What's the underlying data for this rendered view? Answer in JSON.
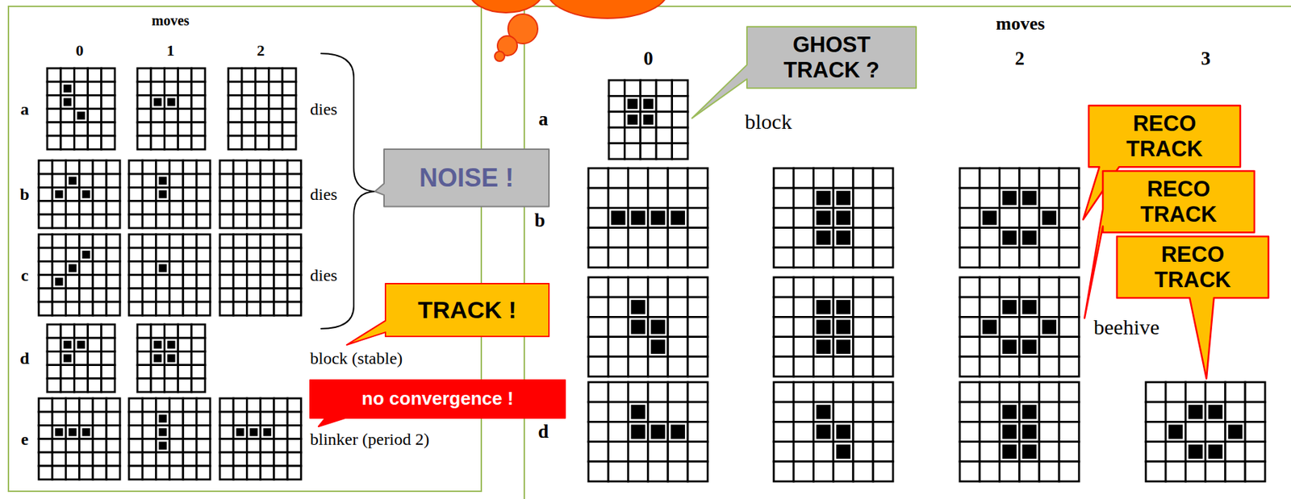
{
  "diagram": {
    "nodes": [
      {
        "text": [
          "moves"
        ]
      },
      {
        "text": [
          "moves"
        ]
      },
      {
        "text": [
          "GHOST TRACK ?"
        ]
      },
      {
        "text": [
          "NOISE !"
        ]
      },
      {
        "text": [
          "RECO TRACK"
        ]
      },
      {
        "text": [
          "RECO TRACK"
        ]
      },
      {
        "text": [
          "RECO TRACK"
        ]
      },
      {
        "text": [
          "TRACK !"
        ]
      },
      {
        "text": [
          "no convergence !"
        ]
      }
    ],
    "labels": [
      "0",
      "1",
      "2",
      "a",
      "dies",
      "b",
      "dies",
      "c",
      "dies",
      "d",
      "block (stable)",
      "e",
      "blinker (period 2)",
      "0",
      "2",
      "3",
      "a",
      "block",
      "b",
      "beehive",
      "d"
    ]
  }
}
